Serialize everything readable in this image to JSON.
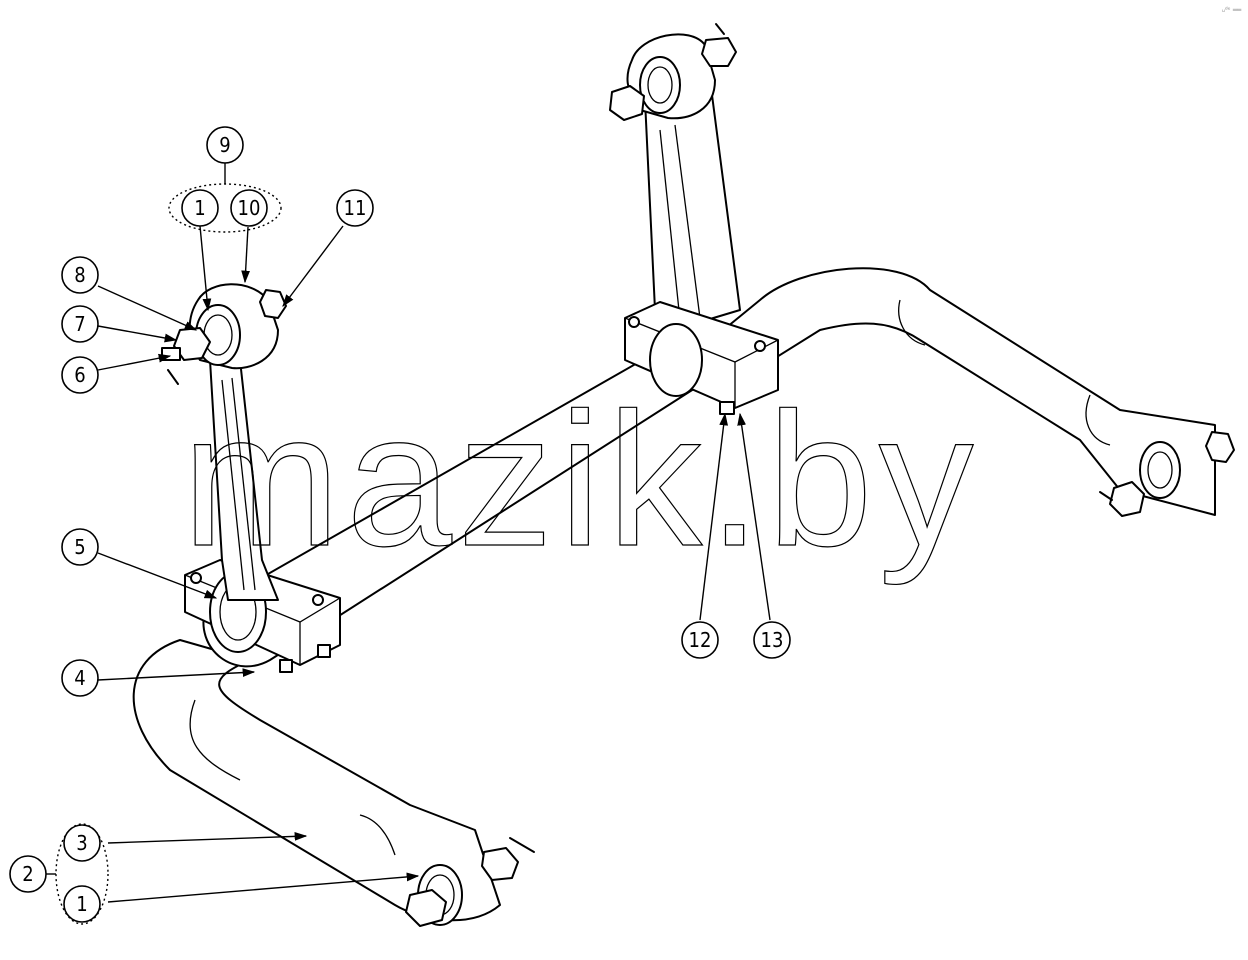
{
  "watermark": "mazik.by",
  "corner_mark": "ᵤᵈᵉ ══",
  "callouts": [
    {
      "id": "c1a",
      "label": "1"
    },
    {
      "id": "c10",
      "label": "10"
    },
    {
      "id": "c9",
      "label": "9"
    },
    {
      "id": "c11",
      "label": "11"
    },
    {
      "id": "c8",
      "label": "8"
    },
    {
      "id": "c7",
      "label": "7"
    },
    {
      "id": "c6",
      "label": "6"
    },
    {
      "id": "c5",
      "label": "5"
    },
    {
      "id": "c4",
      "label": "4"
    },
    {
      "id": "c12",
      "label": "12"
    },
    {
      "id": "c13",
      "label": "13"
    },
    {
      "id": "c3",
      "label": "3"
    },
    {
      "id": "c2",
      "label": "2"
    },
    {
      "id": "c1b",
      "label": "1"
    }
  ]
}
